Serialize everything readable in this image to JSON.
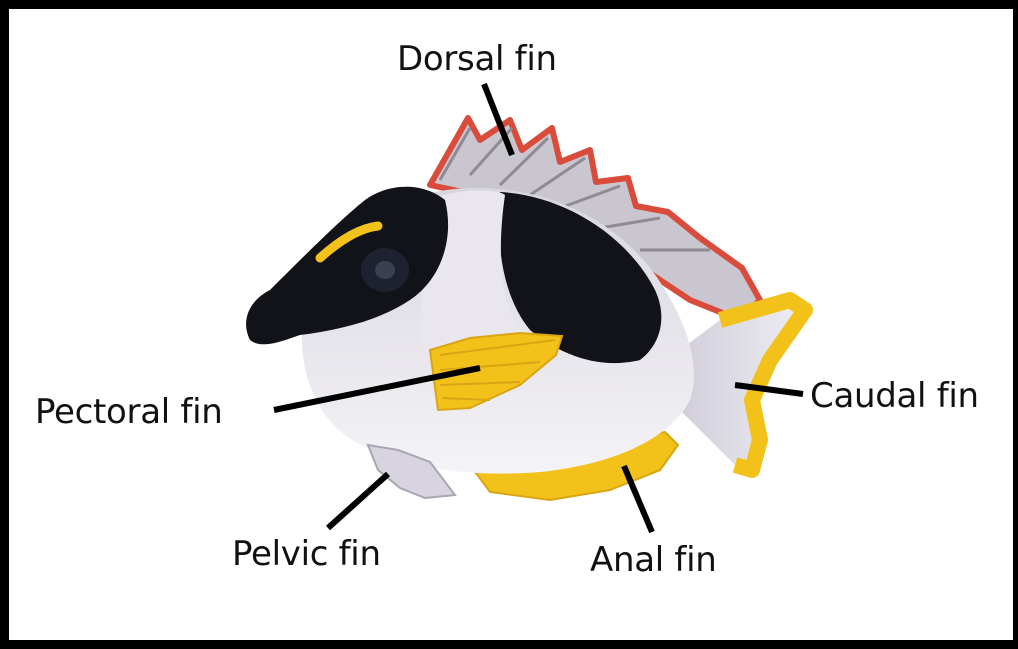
{
  "labels": {
    "dorsal": "Dorsal fin",
    "pectoral": "Pectoral fin",
    "caudal": "Caudal fin",
    "pelvic": "Pelvic fin",
    "anal": "Anal fin"
  },
  "colors": {
    "body_black": "#111318",
    "body_white": "#eceaf0",
    "fin_yellow": "#f2c21a",
    "fin_red": "#d94b3a"
  }
}
